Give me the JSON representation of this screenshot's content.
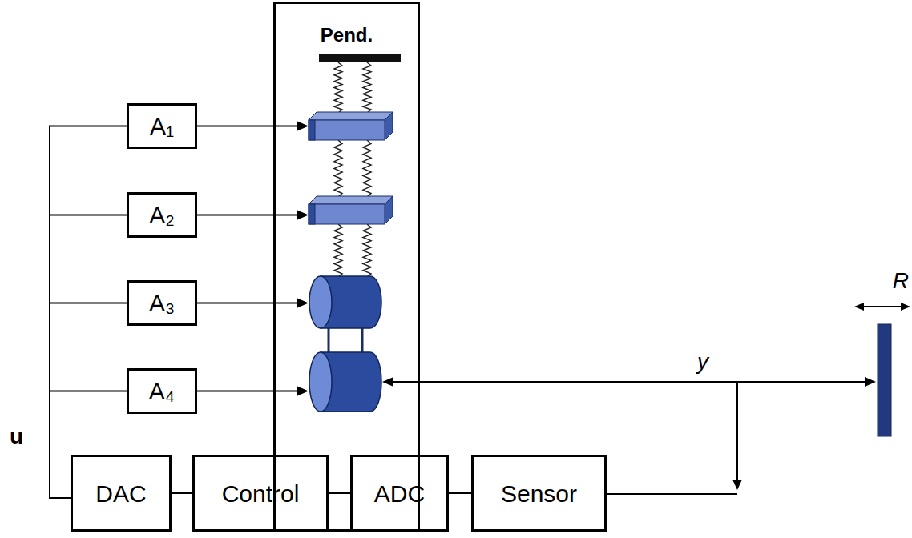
{
  "diagram": {
    "nodes": [
      {
        "text": [
          "Pend."
        ]
      },
      {
        "text": [
          "A₁"
        ]
      },
      {
        "text": [
          "A₂"
        ]
      },
      {
        "text": [
          "A₃"
        ]
      },
      {
        "text": [
          "A₄"
        ]
      },
      {
        "text": [
          "DAC"
        ]
      },
      {
        "text": [
          "Control"
        ]
      },
      {
        "text": [
          "ADC"
        ]
      },
      {
        "text": [
          "Sensor"
        ]
      }
    ],
    "edges": [
      {
        "from": 1,
        "to": 0,
        "arrow": "to"
      },
      {
        "from": 2,
        "to": 0,
        "arrow": "to"
      },
      {
        "from": 3,
        "to": 0,
        "arrow": "to"
      },
      {
        "from": 4,
        "to": 0,
        "arrow": "to"
      },
      {
        "from": 5,
        "to": 1,
        "arrow": "none"
      },
      {
        "from": 5,
        "to": 2,
        "arrow": "none"
      },
      {
        "from": 5,
        "to": 3,
        "arrow": "none"
      },
      {
        "from": 5,
        "to": 4,
        "arrow": "none"
      },
      {
        "from": 5,
        "to": 6,
        "arrow": "none"
      },
      {
        "from": 6,
        "to": 7,
        "arrow": "none"
      },
      {
        "from": 7,
        "to": 8,
        "arrow": "none"
      }
    ],
    "labels": [
      "u",
      "y",
      "R"
    ]
  }
}
